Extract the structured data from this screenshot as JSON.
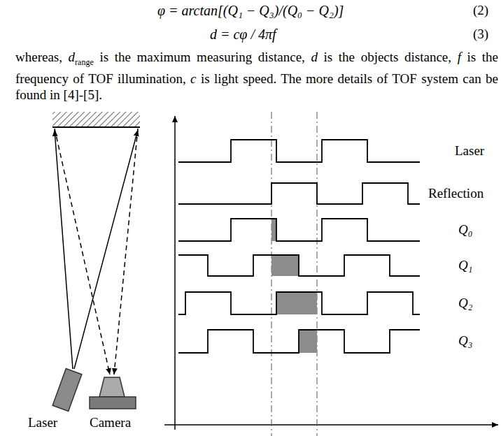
{
  "diagram": {
    "labels": [
      "φ = arctan[(Q₁ − Q₃)/(Q₀ − Q₂)]",
      "(2)",
      "d = cφ / 4πf",
      "(3)",
      "whereas,",
      "d",
      "range",
      "is the maximum measuring distance,",
      "d",
      "is the objects distance,",
      "f",
      "is the frequency of TOF illumination,",
      "c",
      "is light speed. The more details of TOF system can be found in [4]-[5].",
      "Laser",
      "Camera",
      "Laser",
      "Reflection",
      "Q₀",
      "Q₁",
      "Q₂",
      "Q₃"
    ]
  }
}
